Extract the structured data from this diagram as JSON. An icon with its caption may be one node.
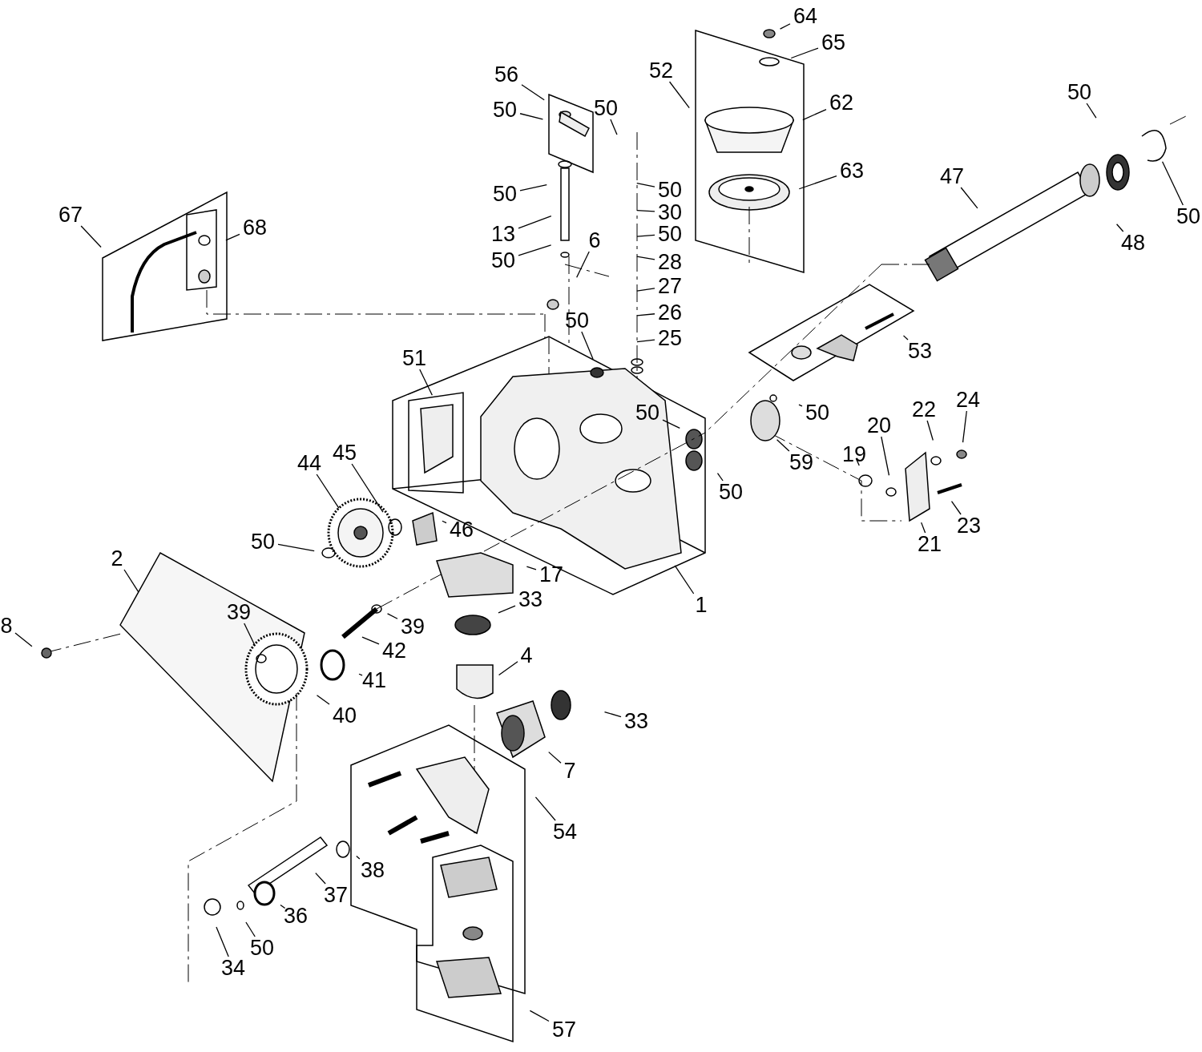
{
  "diagram": {
    "nodes": [
      {
        "text": [
          "67"
        ]
      },
      {
        "text": [
          "68"
        ]
      },
      {
        "text": [
          "56"
        ]
      },
      {
        "text": [
          "50"
        ]
      },
      {
        "text": [
          "50"
        ]
      },
      {
        "text": [
          "13"
        ]
      },
      {
        "text": [
          "50"
        ]
      },
      {
        "text": [
          "6"
        ]
      },
      {
        "text": [
          "50"
        ]
      },
      {
        "text": [
          "50"
        ]
      },
      {
        "text": [
          "30"
        ]
      },
      {
        "text": [
          "50"
        ]
      },
      {
        "text": [
          "28"
        ]
      },
      {
        "text": [
          "27"
        ]
      },
      {
        "text": [
          "26"
        ]
      },
      {
        "text": [
          "25"
        ]
      },
      {
        "text": [
          "50"
        ]
      },
      {
        "text": [
          "52"
        ]
      },
      {
        "text": [
          "64"
        ]
      },
      {
        "text": [
          "65"
        ]
      },
      {
        "text": [
          "62"
        ]
      },
      {
        "text": [
          "63"
        ]
      },
      {
        "text": [
          "47"
        ]
      },
      {
        "text": [
          "50"
        ]
      },
      {
        "text": [
          "48"
        ]
      },
      {
        "text": [
          "50"
        ]
      },
      {
        "text": [
          "53"
        ]
      },
      {
        "text": [
          "51"
        ]
      },
      {
        "text": [
          "50"
        ]
      },
      {
        "text": [
          "50"
        ]
      },
      {
        "text": [
          "59"
        ]
      },
      {
        "text": [
          "50"
        ]
      },
      {
        "text": [
          "44"
        ]
      },
      {
        "text": [
          "45"
        ]
      },
      {
        "text": [
          "46"
        ]
      },
      {
        "text": [
          "50"
        ]
      },
      {
        "text": [
          "2"
        ]
      },
      {
        "text": [
          "17"
        ]
      },
      {
        "text": [
          "1"
        ]
      },
      {
        "text": [
          "33"
        ]
      },
      {
        "text": [
          "39"
        ]
      },
      {
        "text": [
          "39"
        ]
      },
      {
        "text": [
          "42"
        ]
      },
      {
        "text": [
          "41"
        ]
      },
      {
        "text": [
          "40"
        ]
      },
      {
        "text": [
          "8"
        ]
      },
      {
        "text": [
          "4"
        ]
      },
      {
        "text": [
          "33"
        ]
      },
      {
        "text": [
          "7"
        ]
      },
      {
        "text": [
          "19"
        ]
      },
      {
        "text": [
          "20"
        ]
      },
      {
        "text": [
          "22"
        ]
      },
      {
        "text": [
          "24"
        ]
      },
      {
        "text": [
          "23"
        ]
      },
      {
        "text": [
          "21"
        ]
      },
      {
        "text": [
          "54"
        ]
      },
      {
        "text": [
          "38"
        ]
      },
      {
        "text": [
          "37"
        ]
      },
      {
        "text": [
          "36"
        ]
      },
      {
        "text": [
          "50"
        ]
      },
      {
        "text": [
          "34"
        ]
      },
      {
        "text": [
          "57"
        ]
      }
    ],
    "edges": [
      {
        "from": 0,
        "to": null,
        "arrow": "none"
      },
      {
        "from": 1,
        "to": null,
        "arrow": "none"
      },
      {
        "from": 2,
        "to": null,
        "arrow": "none"
      },
      {
        "from": 3,
        "to": null,
        "arrow": "none"
      },
      {
        "from": 4,
        "to": null,
        "arrow": "none"
      },
      {
        "from": 5,
        "to": null,
        "arrow": "none"
      },
      {
        "from": 6,
        "to": null,
        "arrow": "none"
      },
      {
        "from": 7,
        "to": null,
        "arrow": "none"
      },
      {
        "from": 8,
        "to": null,
        "arrow": "none"
      },
      {
        "from": 9,
        "to": null,
        "arrow": "none"
      },
      {
        "from": 10,
        "to": null,
        "arrow": "none"
      },
      {
        "from": 11,
        "to": null,
        "arrow": "none"
      },
      {
        "from": 12,
        "to": null,
        "arrow": "none"
      },
      {
        "from": 13,
        "to": null,
        "arrow": "none"
      },
      {
        "from": 14,
        "to": null,
        "arrow": "none"
      },
      {
        "from": 15,
        "to": null,
        "arrow": "none"
      },
      {
        "from": 16,
        "to": null,
        "arrow": "none"
      },
      {
        "from": 17,
        "to": null,
        "arrow": "none"
      },
      {
        "from": 18,
        "to": null,
        "arrow": "none"
      },
      {
        "from": 19,
        "to": null,
        "arrow": "none"
      },
      {
        "from": 20,
        "to": null,
        "arrow": "none"
      },
      {
        "from": 21,
        "to": null,
        "arrow": "none"
      },
      {
        "from": 22,
        "to": null,
        "arrow": "none"
      },
      {
        "from": 23,
        "to": null,
        "arrow": "none"
      },
      {
        "from": 24,
        "to": null,
        "arrow": "none"
      },
      {
        "from": 25,
        "to": null,
        "arrow": "none"
      },
      {
        "from": 26,
        "to": null,
        "arrow": "none"
      },
      {
        "from": 27,
        "to": null,
        "arrow": "none"
      },
      {
        "from": 28,
        "to": null,
        "arrow": "none"
      },
      {
        "from": 29,
        "to": null,
        "arrow": "none"
      },
      {
        "from": 30,
        "to": null,
        "arrow": "none"
      },
      {
        "from": 31,
        "to": null,
        "arrow": "none"
      },
      {
        "from": 32,
        "to": null,
        "arrow": "none"
      },
      {
        "from": 33,
        "to": null,
        "arrow": "none"
      },
      {
        "from": 34,
        "to": null,
        "arrow": "none"
      },
      {
        "from": 35,
        "to": null,
        "arrow": "none"
      },
      {
        "from": 36,
        "to": null,
        "arrow": "none"
      },
      {
        "from": 37,
        "to": null,
        "arrow": "none"
      },
      {
        "from": 38,
        "to": null,
        "arrow": "none"
      },
      {
        "from": 39,
        "to": null,
        "arrow": "none"
      },
      {
        "from": 40,
        "to": null,
        "arrow": "none"
      },
      {
        "from": 41,
        "to": null,
        "arrow": "none"
      },
      {
        "from": 42,
        "to": null,
        "arrow": "none"
      },
      {
        "from": 43,
        "to": null,
        "arrow": "none"
      },
      {
        "from": 44,
        "to": null,
        "arrow": "none"
      },
      {
        "from": 45,
        "to": null,
        "arrow": "none"
      },
      {
        "from": 46,
        "to": null,
        "arrow": "none"
      },
      {
        "from": 47,
        "to": null,
        "arrow": "none"
      },
      {
        "from": 48,
        "to": null,
        "arrow": "none"
      },
      {
        "from": 49,
        "to": null,
        "arrow": "none"
      },
      {
        "from": 50,
        "to": null,
        "arrow": "none"
      },
      {
        "from": 51,
        "to": null,
        "arrow": "none"
      },
      {
        "from": 52,
        "to": null,
        "arrow": "none"
      },
      {
        "from": 53,
        "to": null,
        "arrow": "none"
      },
      {
        "from": 54,
        "to": null,
        "arrow": "none"
      },
      {
        "from": 55,
        "to": null,
        "arrow": "none"
      },
      {
        "from": 56,
        "to": null,
        "arrow": "none"
      },
      {
        "from": 57,
        "to": null,
        "arrow": "none"
      },
      {
        "from": 58,
        "to": null,
        "arrow": "none"
      },
      {
        "from": 59,
        "to": null,
        "arrow": "none"
      },
      {
        "from": 60,
        "to": null,
        "arrow": "none"
      },
      {
        "from": 61,
        "to": null,
        "arrow": "none"
      }
    ]
  }
}
